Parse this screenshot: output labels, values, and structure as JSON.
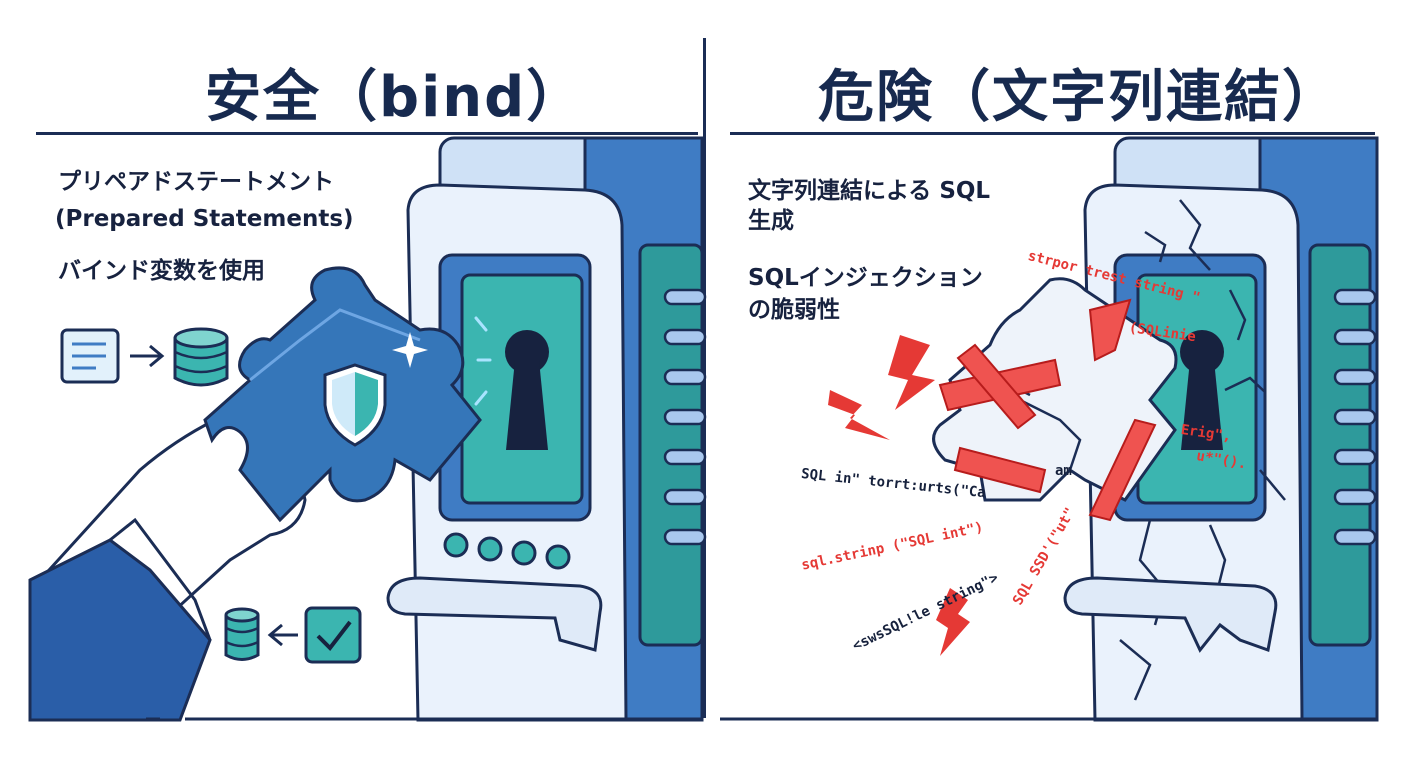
{
  "safe": {
    "title": "安全（bind）",
    "line1": "プリペアドステートメント",
    "line2": "(Prepared Statements)",
    "line3": "バインド変数を使用",
    "icons": [
      "document-icon",
      "arrow-right-icon",
      "database-icon",
      "database-icon",
      "arrow-left-icon",
      "checkmark-icon",
      "shield-icon",
      "puzzle-piece-icon",
      "keyhole-icon",
      "hand-icon"
    ]
  },
  "danger": {
    "title": "危険（文字列連結）",
    "line1": "文字列連結による SQL",
    "line2": "生成",
    "line3": "SQLインジェクション",
    "line4": "の脆弱性",
    "snippets": {
      "s1": "strpor trest string \"",
      "s2": "(SQLinie",
      "s3": "SQL in\" torrt:urts(\"Ca",
      "s4": "am",
      "s5": "sql.strinp (\"SQL int\")",
      "s6": "<swsSQL!le string\">",
      "s7": "SQL SSD'(\"ut\"",
      "s8": "Erig\",",
      "s9": "u*\"()."
    },
    "icons": [
      "lightning-icon",
      "broken-puzzle-icon",
      "tape-icon",
      "cracked-keyhole-icon"
    ]
  },
  "colors": {
    "navy": "#1b2d55",
    "blue": "#3f7cc4",
    "teal": "#3bb5b0",
    "light_blue": "#dfeaf8",
    "red": "#e53935"
  }
}
